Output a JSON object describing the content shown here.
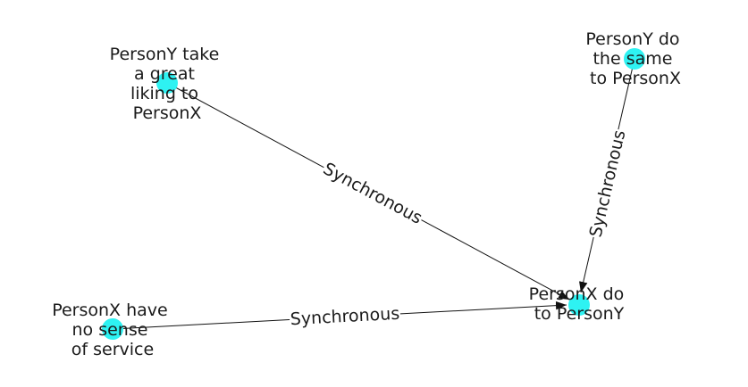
{
  "colors": {
    "node_fill": "#2ef2f2",
    "edge": "#111111",
    "text": "#1a1a1a"
  },
  "nodes": [
    {
      "id": "take_liking",
      "label_lines": [
        "PersonY take",
        "a great",
        "liking to",
        "PersonX"
      ]
    },
    {
      "id": "do_same",
      "label_lines": [
        "PersonY do",
        "the same",
        "to PersonX"
      ]
    },
    {
      "id": "no_sense",
      "label_lines": [
        "PersonX have",
        "no sense",
        "of service"
      ]
    },
    {
      "id": "do_to_y",
      "label_lines": [
        "PersonX do",
        "to PersonY"
      ]
    }
  ],
  "edges": [
    {
      "source": "take_liking",
      "target": "do_to_y",
      "label": "Synchronous"
    },
    {
      "source": "do_same",
      "target": "do_to_y",
      "label": "Synchronous"
    },
    {
      "source": "no_sense",
      "target": "do_to_y",
      "label": "Synchronous"
    }
  ]
}
